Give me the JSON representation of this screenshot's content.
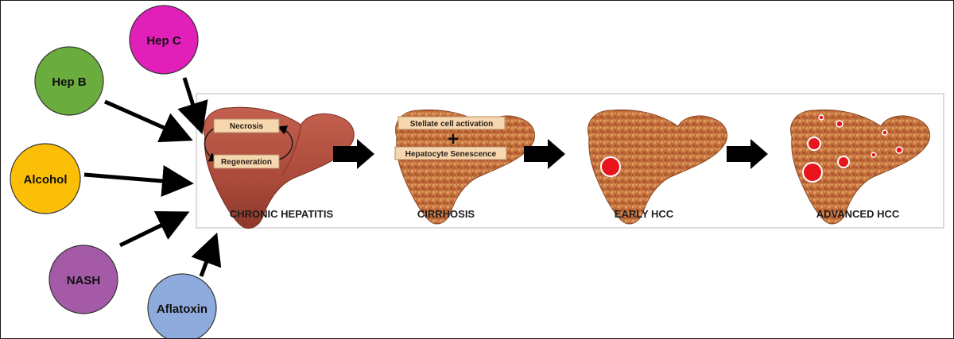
{
  "risk_factors": [
    {
      "id": "hep-c",
      "label": "Hep C",
      "color": "#e020b8"
    },
    {
      "id": "hep-b",
      "label": "Hep B",
      "color": "#6aad3e"
    },
    {
      "id": "alcohol",
      "label": "Alcohol",
      "color": "#fbbf07"
    },
    {
      "id": "nash",
      "label": "NASH",
      "color": "#a45aa6"
    },
    {
      "id": "aflatoxin",
      "label": "Aflatoxin",
      "color": "#8faadc"
    }
  ],
  "stages": [
    {
      "id": "chronic-hepatitis",
      "label": "CHRONIC HEPATITIS"
    },
    {
      "id": "cirrhosis",
      "label": "CIRRHOSIS"
    },
    {
      "id": "early-hcc",
      "label": "EARLY HCC"
    },
    {
      "id": "advanced-hcc",
      "label": "ADVANCED HCC"
    }
  ],
  "chronic_hepatitis_cycle": {
    "top": "Necrosis",
    "bottom": "Regeneration"
  },
  "cirrhosis_boxes": {
    "top": "Stellate cell activation",
    "plus": "+",
    "bottom": "Hepatocyte Senescence"
  },
  "colors": {
    "healthy_liver": "#b5513f",
    "cirrhotic_liver": "#c46a3a",
    "tumor": "#e8141c",
    "label_box": "#f6d7b0",
    "arrow": "#000000"
  }
}
